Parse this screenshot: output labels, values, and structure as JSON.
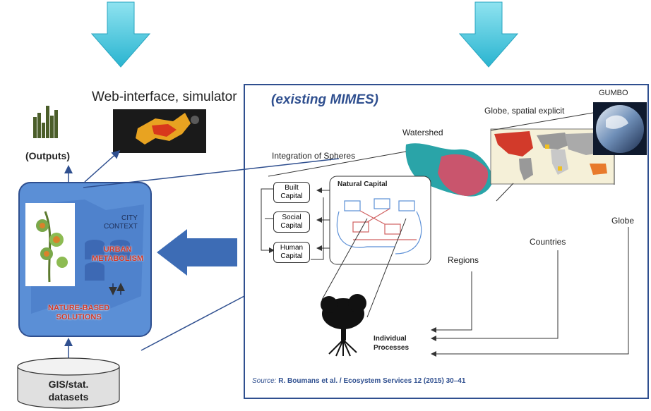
{
  "left": {
    "web_interface_label": "Web-interface, simulator",
    "outputs_label": "(Outputs)",
    "city_context_line1": "CITY",
    "city_context_line2": "CONTEXT",
    "urban_metabolism_line1": "URBAN",
    "urban_metabolism_line2": "METABOLISM",
    "nature_based_line1": "NATURE-BASED",
    "nature_based_line2": "SOLUTIONS",
    "gis_line1": "GIS/stat.",
    "gis_line2": "datasets"
  },
  "right": {
    "title": "(existing MIMES)",
    "gumbo_label": "GUMBO",
    "globe_spatial_label": "Globe, spatial explicit",
    "watershed_label": "Watershed",
    "integration_label": "Integration of Spheres",
    "natural_capital_label": "Natural Capital",
    "built_capital": [
      "Built",
      "Capital"
    ],
    "social_capital": [
      "Social",
      "Capital"
    ],
    "human_capital": [
      "Human",
      "Capital"
    ],
    "globe_label": "Globe",
    "countries_label": "Countries",
    "regions_label": "Regions",
    "individual_processes": [
      "Individual",
      "Processes"
    ],
    "source_prefix": "Source:",
    "source_text": "R. Boumans et al. / Ecosystem Services 12 (2015) 30–41"
  },
  "colors": {
    "arrow_cyan": "#3cc4dc",
    "city_panel_blue": "#5b8fd6",
    "dark_blue": "#2f4f8f",
    "urban_red": "#d23a2a",
    "bar_green": "#4b5e2a"
  }
}
